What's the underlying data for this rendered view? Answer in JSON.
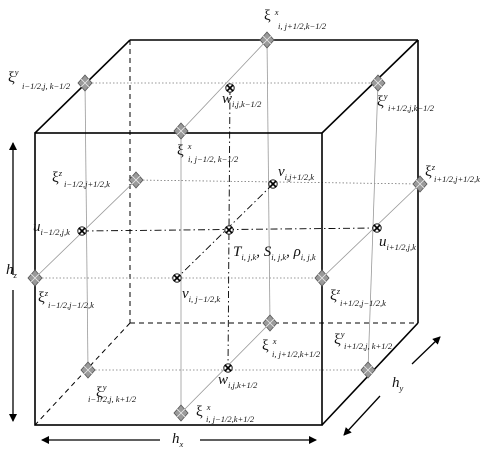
{
  "labels": {
    "xi_y_top_left": {
      "sym": "ξ",
      "sup": "y",
      "sub": "i−1/2,j, k−1/2"
    },
    "xi_x_top_back": {
      "sym": "ξ",
      "sup": "x",
      "sub": "i, j+1/2,k−1/2"
    },
    "w_top": {
      "sym": "w",
      "sup": "",
      "sub": "i,j,k−1/2"
    },
    "xi_y_top_right": {
      "sym": "ξ",
      "sup": "y",
      "sub": "i+1/2,j,k−1/2"
    },
    "xi_x_top_front": {
      "sym": "ξ",
      "sup": "x",
      "sub": "i, j−1/2, k−1/2"
    },
    "xi_z_left_back": {
      "sym": "ξ",
      "sup": "z",
      "sub": "i−1/2,j+1/2,k"
    },
    "v_back": {
      "sym": "v",
      "sup": "",
      "sub": "i,j+1/2,k"
    },
    "xi_z_right_back": {
      "sym": "ξ",
      "sup": "z",
      "sub": "i+1/2,j+1/2,k"
    },
    "u_left": {
      "sym": "u",
      "sup": "",
      "sub": "i−1/2,j,k"
    },
    "u_right": {
      "sym": "u",
      "sup": "",
      "sub": "i+1/2,j,k"
    },
    "center": {
      "text": "T",
      "sub1": "i, j,k",
      "text2": ", S",
      "sub2": "i, j,k",
      "text3": ", ρ",
      "sub3": "i, j,k"
    },
    "xi_z_left_front": {
      "sym": "ξ",
      "sup": "z",
      "sub": "i−1/2,j−1/2,k"
    },
    "v_front": {
      "sym": "v",
      "sup": "",
      "sub": "i, j−1/2,k"
    },
    "xi_z_right_front": {
      "sym": "ξ",
      "sup": "z",
      "sub": "i+1/2,j−1/2,k"
    },
    "xi_x_bottom_back": {
      "sym": "ξ",
      "sup": "x",
      "sub": "i, j+1/2,k+1/2"
    },
    "xi_y_bottom_right": {
      "sym": "ξ",
      "sup": "y",
      "sub": "i+1/2,j, k+1/2"
    },
    "w_bottom": {
      "sym": "w",
      "sup": "",
      "sub": "i,j,k+1/2"
    },
    "xi_y_bottom_left": {
      "sym": "ξ",
      "sup": "y",
      "sub": "i−1/2,j, k+1/2"
    },
    "xi_x_bottom_front": {
      "sym": "ξ",
      "sup": "x",
      "sub": "i, j−1/2,k+1/2"
    }
  },
  "dimensions": {
    "hz": {
      "sym": "h",
      "sub": "z"
    },
    "hx": {
      "sym": "h",
      "sub": "x"
    },
    "hy": {
      "sym": "h",
      "sub": "y"
    }
  },
  "colors": {
    "edge": "#000000",
    "node_fill": "#9a9a9a",
    "node_stroke": "#555555"
  }
}
